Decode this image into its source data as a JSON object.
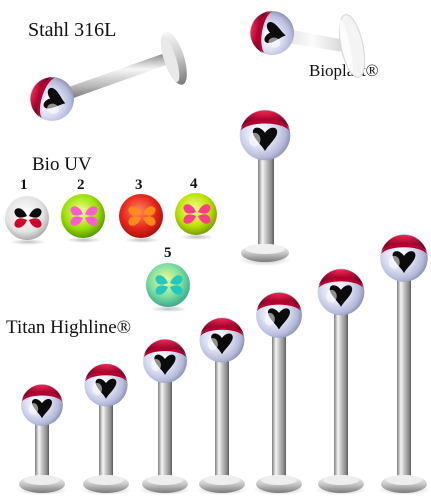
{
  "labels": {
    "steel": "Stahl 316L",
    "bioplast": "Bioplast®",
    "bio_uv": "Bio UV",
    "titan": "Titan Highline®"
  },
  "uv_numbers": [
    "1",
    "2",
    "3",
    "4",
    "5"
  ],
  "colors": {
    "ball_base": "#d7dbef",
    "ball_top": "#a9002a",
    "heart_dark": "#0b0b0b",
    "steel_light": "#f2f2f2",
    "steel_dark": "#8c8c8c",
    "bioplast": "#efefef",
    "uv_1": "#111111",
    "uv_2": "#ff66cc",
    "uv_3": "#ff7a00",
    "uv_4": "#c0e000",
    "uv_5": "#43d3c6"
  }
}
